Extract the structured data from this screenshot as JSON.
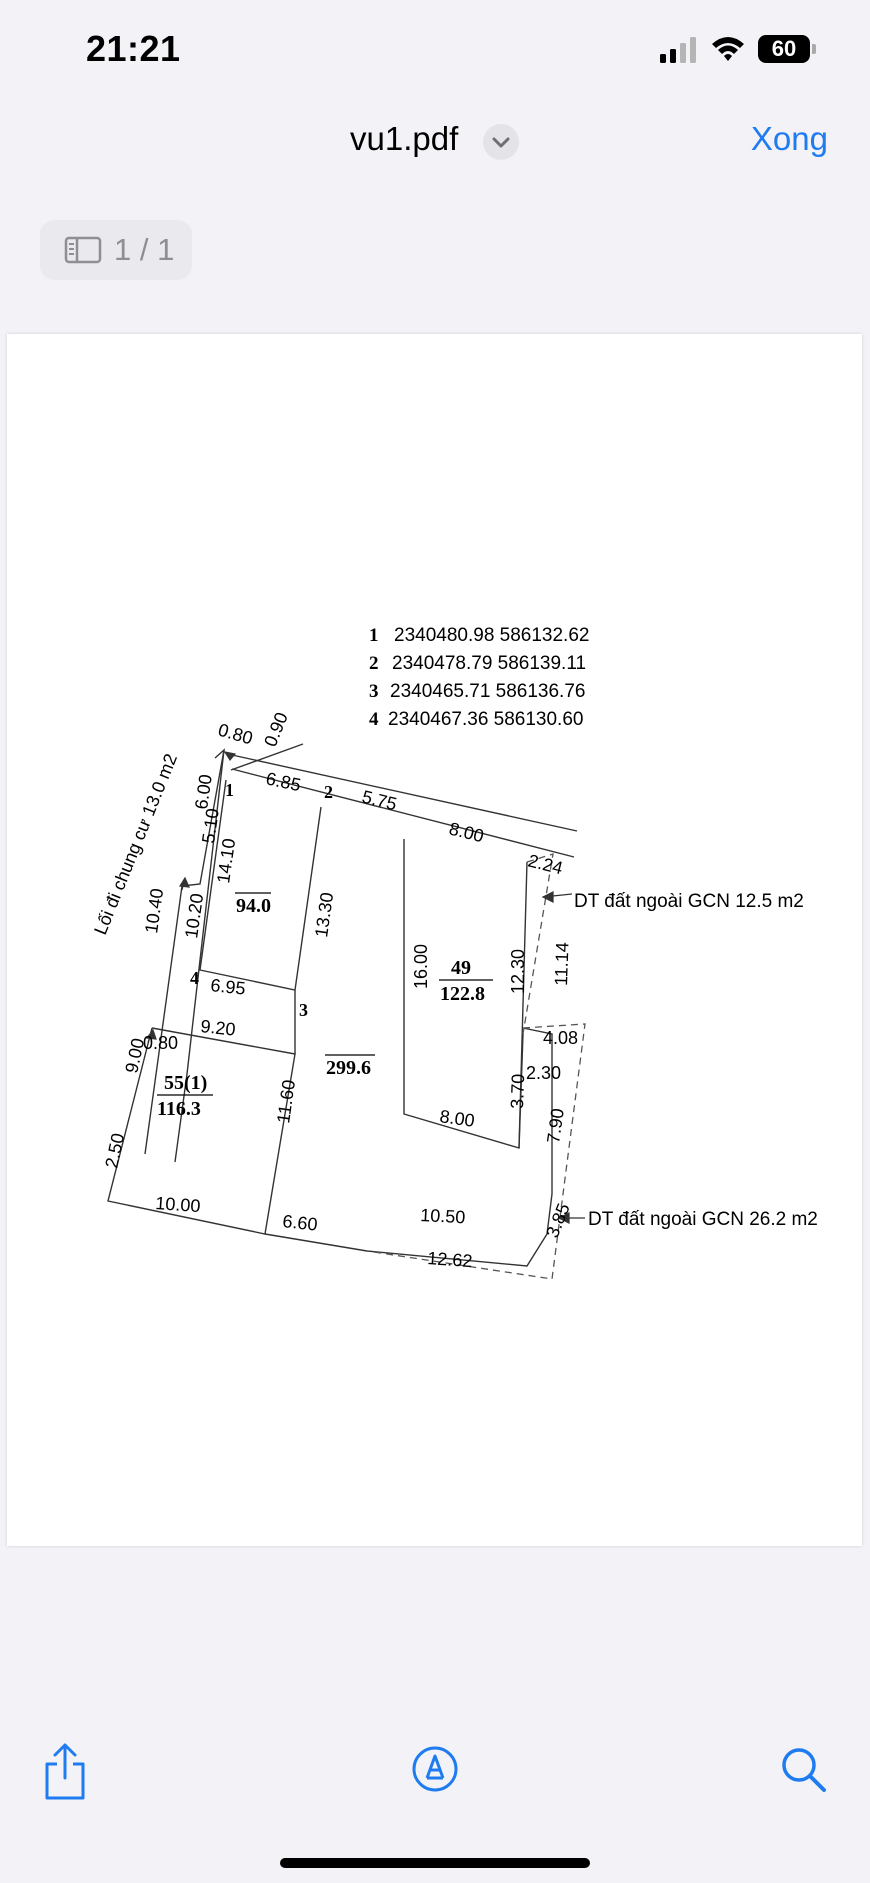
{
  "status": {
    "time": "21:21",
    "battery": "60"
  },
  "nav": {
    "title": "vu1.pdf",
    "done_label": "Xong"
  },
  "page_indicator": "1 / 1",
  "plan": {
    "coordinates": [
      {
        "id": "1",
        "text": "2340480.98 586132.62"
      },
      {
        "id": "2",
        "text": "2340478.79 586139.11"
      },
      {
        "id": "3",
        "text": "2340465.71 586136.76"
      },
      {
        "id": "4",
        "text": "2340467.36 586130.60"
      }
    ],
    "dimensions": {
      "d080_top": "0.80",
      "d090_top": "0.90",
      "d685": "6.85",
      "d575": "5.75",
      "d800_top": "8.00",
      "d224": "2.24",
      "d600": "6.00",
      "d510": "5.10",
      "d1410": "14.10",
      "d1330": "13.30",
      "d1040": "10.40",
      "d1020": "10.20",
      "d695": "6.95",
      "d1600": "16.00",
      "d1230": "12.30",
      "d1114": "11.14",
      "d408": "4.08",
      "d230": "2.30",
      "d370": "3.70",
      "d800_mid": "8.00",
      "d790": "7.90",
      "d920": "9.20",
      "d080_mid": "0.80",
      "d900": "9.00",
      "d1160": "11.60",
      "d250": "2.50",
      "d1000": "10.00",
      "d660": "6.60",
      "d1050": "10.50",
      "d1262": "12.62",
      "d385": "3.85"
    },
    "point_labels": {
      "p1": "1",
      "p2": "2",
      "p3": "3",
      "p4": "4"
    },
    "parcels": {
      "left_top_area": "94.0",
      "center_area": "299.6",
      "right_number": "49",
      "right_area": "122.8",
      "left_bottom_number": "55(1)",
      "left_bottom_area": "116.3"
    },
    "annotations": {
      "common_path": "Lối đi chung cư 13.0 m2",
      "outside_top": "DT đất ngoài GCN 12.5 m2",
      "outside_bottom": "DT đất ngoài GCN 26.2 m2"
    }
  },
  "colors": {
    "accent": "#1f7cf0",
    "background": "#f2f2f7"
  },
  "icons": [
    "signal-icon",
    "wifi-icon",
    "battery-icon",
    "chevron-down-icon",
    "sidebar-icon",
    "share-icon",
    "markup-icon",
    "search-icon"
  ]
}
